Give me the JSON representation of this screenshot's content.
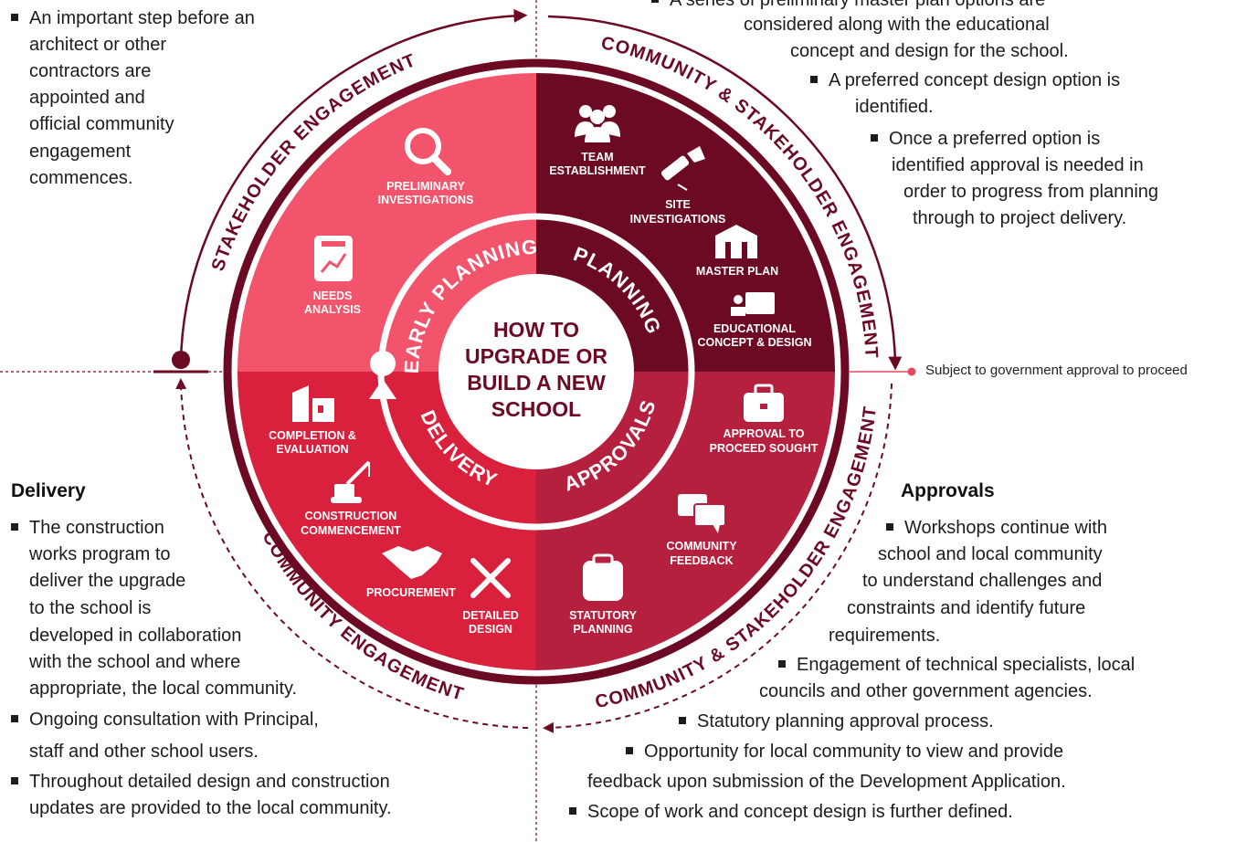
{
  "center": [
    "HOW TO",
    "UPGRADE OR",
    "BUILD A NEW",
    "SCHOOL"
  ],
  "phases": {
    "early_planning": "EARLY PLANNING",
    "planning": "PLANNING",
    "approvals": "APPROVALS",
    "delivery": "DELIVERY"
  },
  "arcs": {
    "stakeholder_engagement": "STAKEHOLDER ENGAGEMENT",
    "community_stakeholder_1": "COMMUNITY & STAKEHOLDER ENGAGEMENT",
    "community_stakeholder_2": "COMMUNITY & STAKEHOLDER ENGAGEMENT",
    "community_engagement": "COMMUNITY ENGAGEMENT"
  },
  "steps": {
    "preliminary_investigations": [
      "PRELIMINARY",
      "INVESTIGATIONS"
    ],
    "needs_analysis": [
      "NEEDS",
      "ANALYSIS"
    ],
    "team_establishment": [
      "TEAM",
      "ESTABLISHMENT"
    ],
    "site_investigations": [
      "SITE",
      "INVESTIGATIONS"
    ],
    "master_plan": [
      "MASTER PLAN"
    ],
    "educational_concept": [
      "EDUCATIONAL",
      "CONCEPT & DESIGN"
    ],
    "approval_to_proceed": [
      "APPROVAL TO",
      "PROCEED SOUGHT"
    ],
    "community_feedback": [
      "COMMUNITY",
      "FEEDBACK"
    ],
    "statutory_planning": [
      "STATUTORY",
      "PLANNING"
    ],
    "detailed_design": [
      "DETAILED",
      "DESIGN"
    ],
    "procurement": [
      "PROCUREMENT"
    ],
    "construction_commencement": [
      "CONSTRUCTION",
      "COMMENCEMENT"
    ],
    "completion_evaluation": [
      "COMPLETION &",
      "EVALUATION"
    ]
  },
  "note": "Subject to government approval to proceed",
  "early_planning_text": {
    "bullet1": [
      "An important step before an",
      "architect or other",
      "contractors are",
      "appointed and",
      "official community",
      "engagement",
      "commences."
    ]
  },
  "planning_text": {
    "lines": [
      "A series of preliminary master plan options are",
      "considered along with the educational",
      "concept and design for the school.",
      "A preferred concept design option is",
      "identified.",
      "Once a preferred option is",
      "identified approval is needed in",
      "order to progress from planning",
      "through to project delivery."
    ]
  },
  "delivery_text": {
    "heading": "Delivery",
    "bullet1": [
      "The construction",
      "works program to",
      "deliver the upgrade",
      "to the school is",
      "developed in collaboration",
      "with the school and where",
      "appropriate, the local community."
    ],
    "bullet2": [
      "Ongoing consultation with Principal,",
      "staff and other school users."
    ],
    "bullet3": [
      "Throughout detailed design and construction",
      "updates are provided to the local community."
    ]
  },
  "approvals_text": {
    "heading": "Approvals",
    "bullet1": [
      "Workshops continue with",
      "school and local community",
      "to understand challenges and",
      "constraints and identify future",
      "requirements."
    ],
    "bullet2": [
      "Engagement of technical specialists, local",
      "councils and other government agencies."
    ],
    "bullet3": [
      "Statutory planning approval process."
    ],
    "bullet4": [
      "Opportunity for local community to view and provide",
      "feedback upon submission of the Development Application."
    ],
    "bullet5": [
      "Scope of work and concept design is further defined."
    ]
  },
  "colors": {
    "early_planning": "#f2546b",
    "planning": "#6b0a22",
    "approvals": "#b5203f",
    "delivery": "#d9213d",
    "ring": "#6b0a22",
    "white": "#ffffff"
  }
}
